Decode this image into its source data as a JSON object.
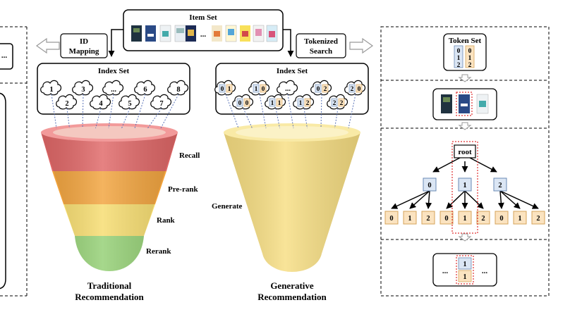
{
  "item_set": {
    "title": "Item Set",
    "ellipsis": "..."
  },
  "arrows": {
    "id_mapping": [
      "ID",
      "Mapping"
    ],
    "tokenized_search": [
      "Tokenized",
      "Search"
    ]
  },
  "left_panel": {
    "title": "Index Set",
    "ids": [
      "1",
      "2",
      "3",
      "4",
      "...",
      "5",
      "6",
      "7",
      "8"
    ],
    "stages": [
      "Recall",
      "Pre-rank",
      "Rank",
      "Rerank"
    ],
    "caption": [
      "Traditional",
      "Recommendation"
    ]
  },
  "middle_panel": {
    "title": "Index Set",
    "tokens": [
      [
        "0",
        "1"
      ],
      [
        "0",
        "0"
      ],
      [
        "1",
        "0"
      ],
      [
        "1",
        "1"
      ],
      [
        "...",
        ""
      ],
      [
        "1",
        "2"
      ],
      [
        "0",
        "2"
      ],
      [
        "2",
        "2"
      ],
      [
        "2",
        "0"
      ]
    ],
    "stage": "Generate",
    "caption": [
      "Generative",
      "Recommendation"
    ]
  },
  "right_panel": {
    "token_set": {
      "title": "Token Set",
      "col1": [
        "0",
        "1",
        "2"
      ],
      "col2": [
        "0",
        "1",
        "2"
      ]
    },
    "tree": {
      "root": "root",
      "level1": [
        "0",
        "1",
        "2"
      ],
      "level2": [
        "0",
        "1",
        "2",
        "0",
        "1",
        "2",
        "0",
        "1",
        "2"
      ]
    },
    "result": {
      "ellipsis_left": "...",
      "ellipsis_right": "...",
      "top": "1",
      "bottom": "1"
    }
  },
  "colors": {
    "blue_token": "#dbe6f4",
    "orange_token": "#fbe3c0",
    "recall": "#e06767",
    "pre_rank": "#f2a33c",
    "rank": "#f6dc6e",
    "rerank": "#93cf73",
    "generative": "#f7de82",
    "highlight": "#e03030"
  }
}
